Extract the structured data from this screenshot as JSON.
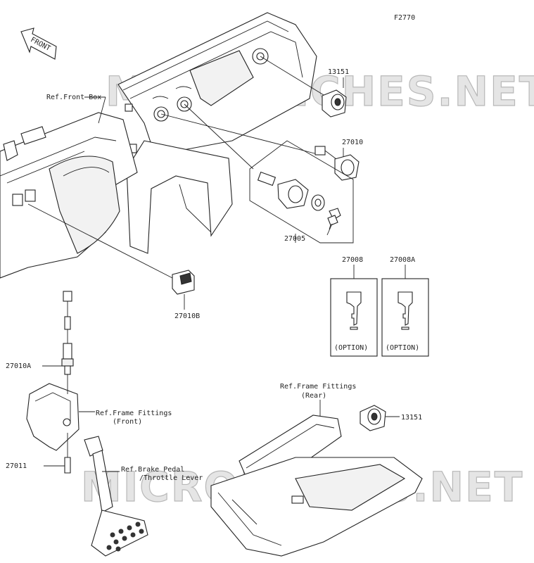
{
  "figure_code": "F2770",
  "front_arrow_label": "FRONT",
  "watermark": "MICROFICHES.NET",
  "callouts": {
    "ref_front_box": "Ref.Front Box",
    "p13151_top": "13151",
    "p27010": "27010",
    "p27005": "27005",
    "p27008": "27008",
    "p27008a": "27008A",
    "p27010b": "27010B",
    "p27010a": "27010A",
    "ref_frame_front_1": "Ref.Frame Fittings",
    "ref_frame_front_2": "(Front)",
    "p27011": "27011",
    "ref_brake_1": "Ref.Brake Pedal",
    "ref_brake_2": "/Throttle Lever",
    "ref_frame_rear_1": "Ref.Frame Fittings",
    "ref_frame_rear_2": "(Rear)",
    "p13151_bottom": "13151"
  },
  "option_boxes": [
    {
      "part": "27008",
      "note": "(OPTION)"
    },
    {
      "part": "27008A",
      "note": "(OPTION)"
    }
  ]
}
